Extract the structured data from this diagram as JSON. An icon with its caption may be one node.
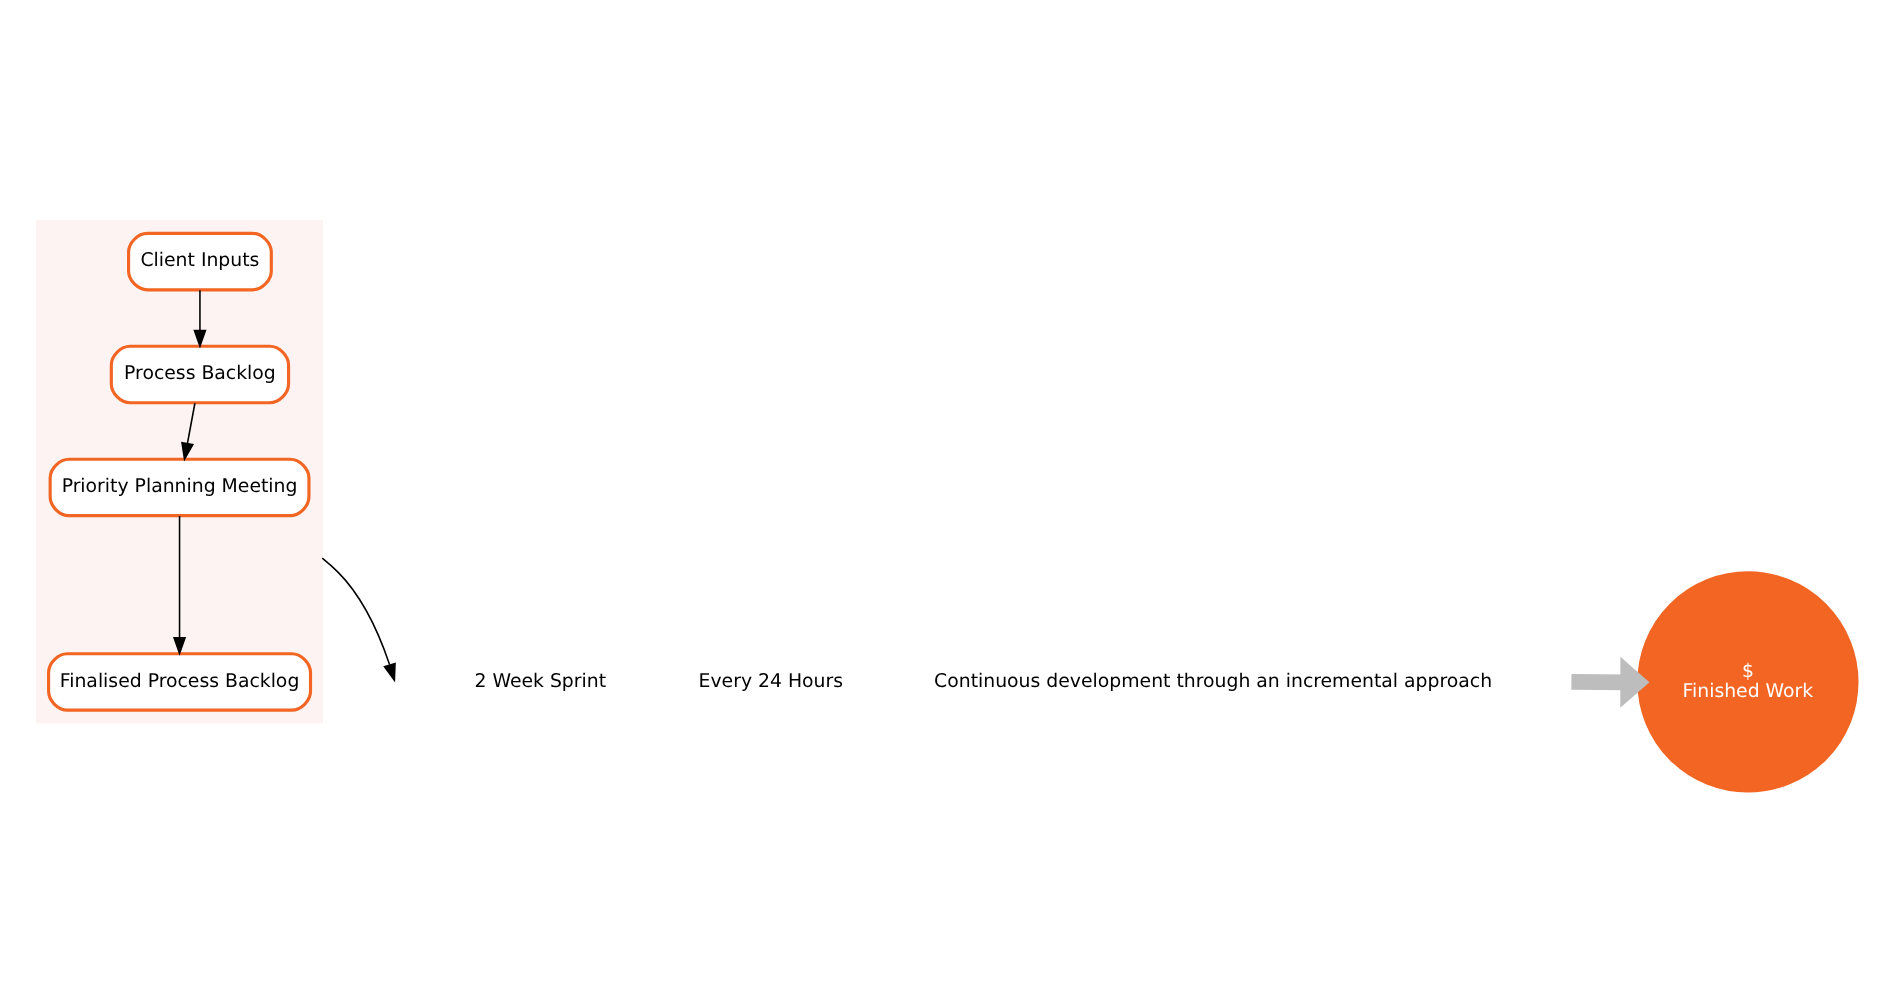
{
  "diagram": {
    "nodes": [
      {
        "text": [],
        "shape": "box"
      },
      {
        "text": [
          "Client Inputs"
        ],
        "in": 0
      },
      {
        "text": [
          "Process Backlog"
        ],
        "in": 0
      },
      {
        "text": [
          "Priority Planning Meeting"
        ],
        "in": 0
      },
      {
        "text": [
          "Finalised Process Backlog"
        ],
        "in": 0
      },
      {
        "text": [
          "$",
          "Finished Work"
        ]
      }
    ],
    "edges": [
      {
        "from": 1,
        "to": 2,
        "arrow": "to"
      },
      {
        "from": 2,
        "to": 3,
        "arrow": "to"
      },
      {
        "from": 3,
        "to": 4,
        "arrow": "to"
      },
      {
        "from": 0,
        "to": null,
        "arrow": "to"
      },
      {
        "from": null,
        "to": 5,
        "arrow": "to",
        "style": "thick",
        "color": "#bdbdbd"
      }
    ],
    "labels": [
      "2 Week Sprint",
      "Every 24 Hours",
      "Continuous development through an incremental approach"
    ]
  }
}
